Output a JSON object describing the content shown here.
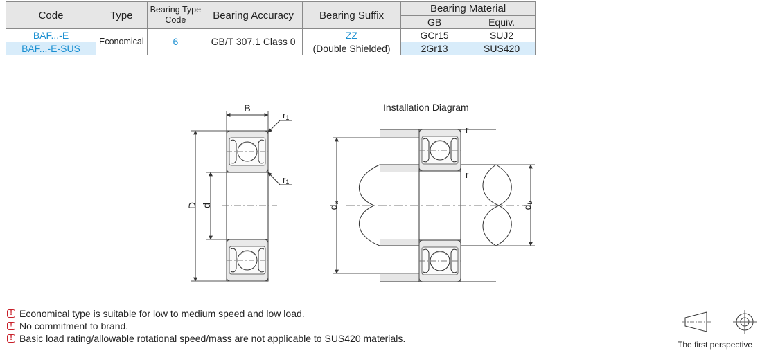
{
  "table": {
    "headers": {
      "code": "Code",
      "type": "Type",
      "bearing_type_code_line1": "Bearing Type",
      "bearing_type_code_line2": "Code",
      "accuracy": "Bearing Accuracy",
      "suffix": "Bearing Suffix",
      "material": "Bearing Material",
      "gb": "GB",
      "equiv": "Equiv."
    },
    "rows": [
      {
        "code": "BAF...-E",
        "gb": "GCr15",
        "equiv": "SUJ2"
      },
      {
        "code": "BAF...-E-SUS",
        "gb": "2Gr13",
        "equiv": "SUS420"
      }
    ],
    "type": "Economical",
    "bearing_type_code": "6",
    "accuracy": "GB/T 307.1  Class 0",
    "suffix_code": "ZZ",
    "suffix_desc": "(Double Shielded)"
  },
  "diagram": {
    "left_labels": {
      "B": "B",
      "r1_top": "r",
      "r1_bottom": "r",
      "sub1": "1",
      "D": "D",
      "d": "d"
    },
    "installation_title": "Installation Diagram",
    "right_labels": {
      "r_top": "r",
      "r_mid": "r",
      "da": "d",
      "da_sub": "a",
      "db": "d",
      "db_sub": "b"
    }
  },
  "notes": [
    "Economical type is suitable for low to medium speed and low load.",
    "No commitment to brand.",
    "Basic load rating/allowable rotational speed/mass  are not applicable to SUS420 materials."
  ],
  "note_icon": "!",
  "perspective_label": "The first perspective",
  "colors": {
    "code_header": "#a0307a",
    "code_blue": "#1a8fd1",
    "warn_red": "#c8202a",
    "row_shade": "#d8ecfa",
    "header_gray": "#e6e6e6"
  }
}
